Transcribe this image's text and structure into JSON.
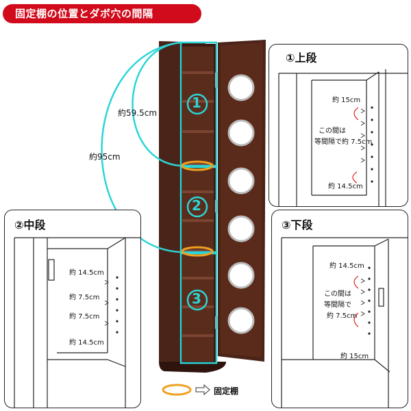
{
  "title": "固定棚の位置とダボ穴の間隔",
  "dimensions": {
    "upper_span": "約59.5cm",
    "total_span": "約95cm"
  },
  "section_numbers": [
    "1",
    "2",
    "3"
  ],
  "panels": {
    "top": {
      "title": "①上段",
      "label_top": "約 15cm",
      "label_mid_line1": "この間は",
      "label_mid_line2": "等間隔で約 7.5cm",
      "label_bottom": "約 14.5cm"
    },
    "middle": {
      "title": "②中段",
      "labels": [
        "約 14.5cm",
        "約 7.5cm",
        "約 7.5cm",
        "約 14.5cm"
      ]
    },
    "bottom": {
      "title": "③下段",
      "label_top": "約 14.5cm",
      "label_mid_line1": "この間は",
      "label_mid_line2": "等間隔で",
      "label_mid_line3": "約 7.5cm",
      "label_bottom": "約 15cm"
    }
  },
  "legend": {
    "label": "固定棚"
  },
  "colors": {
    "banner": "#d10b1b",
    "cabinet": "#4a2418",
    "cabinet_dark": "#2e140c",
    "highlight_cyan": "#2bd5d8",
    "fixed_shelf_ring": "#f0a020",
    "arc_red": "#e02020"
  }
}
